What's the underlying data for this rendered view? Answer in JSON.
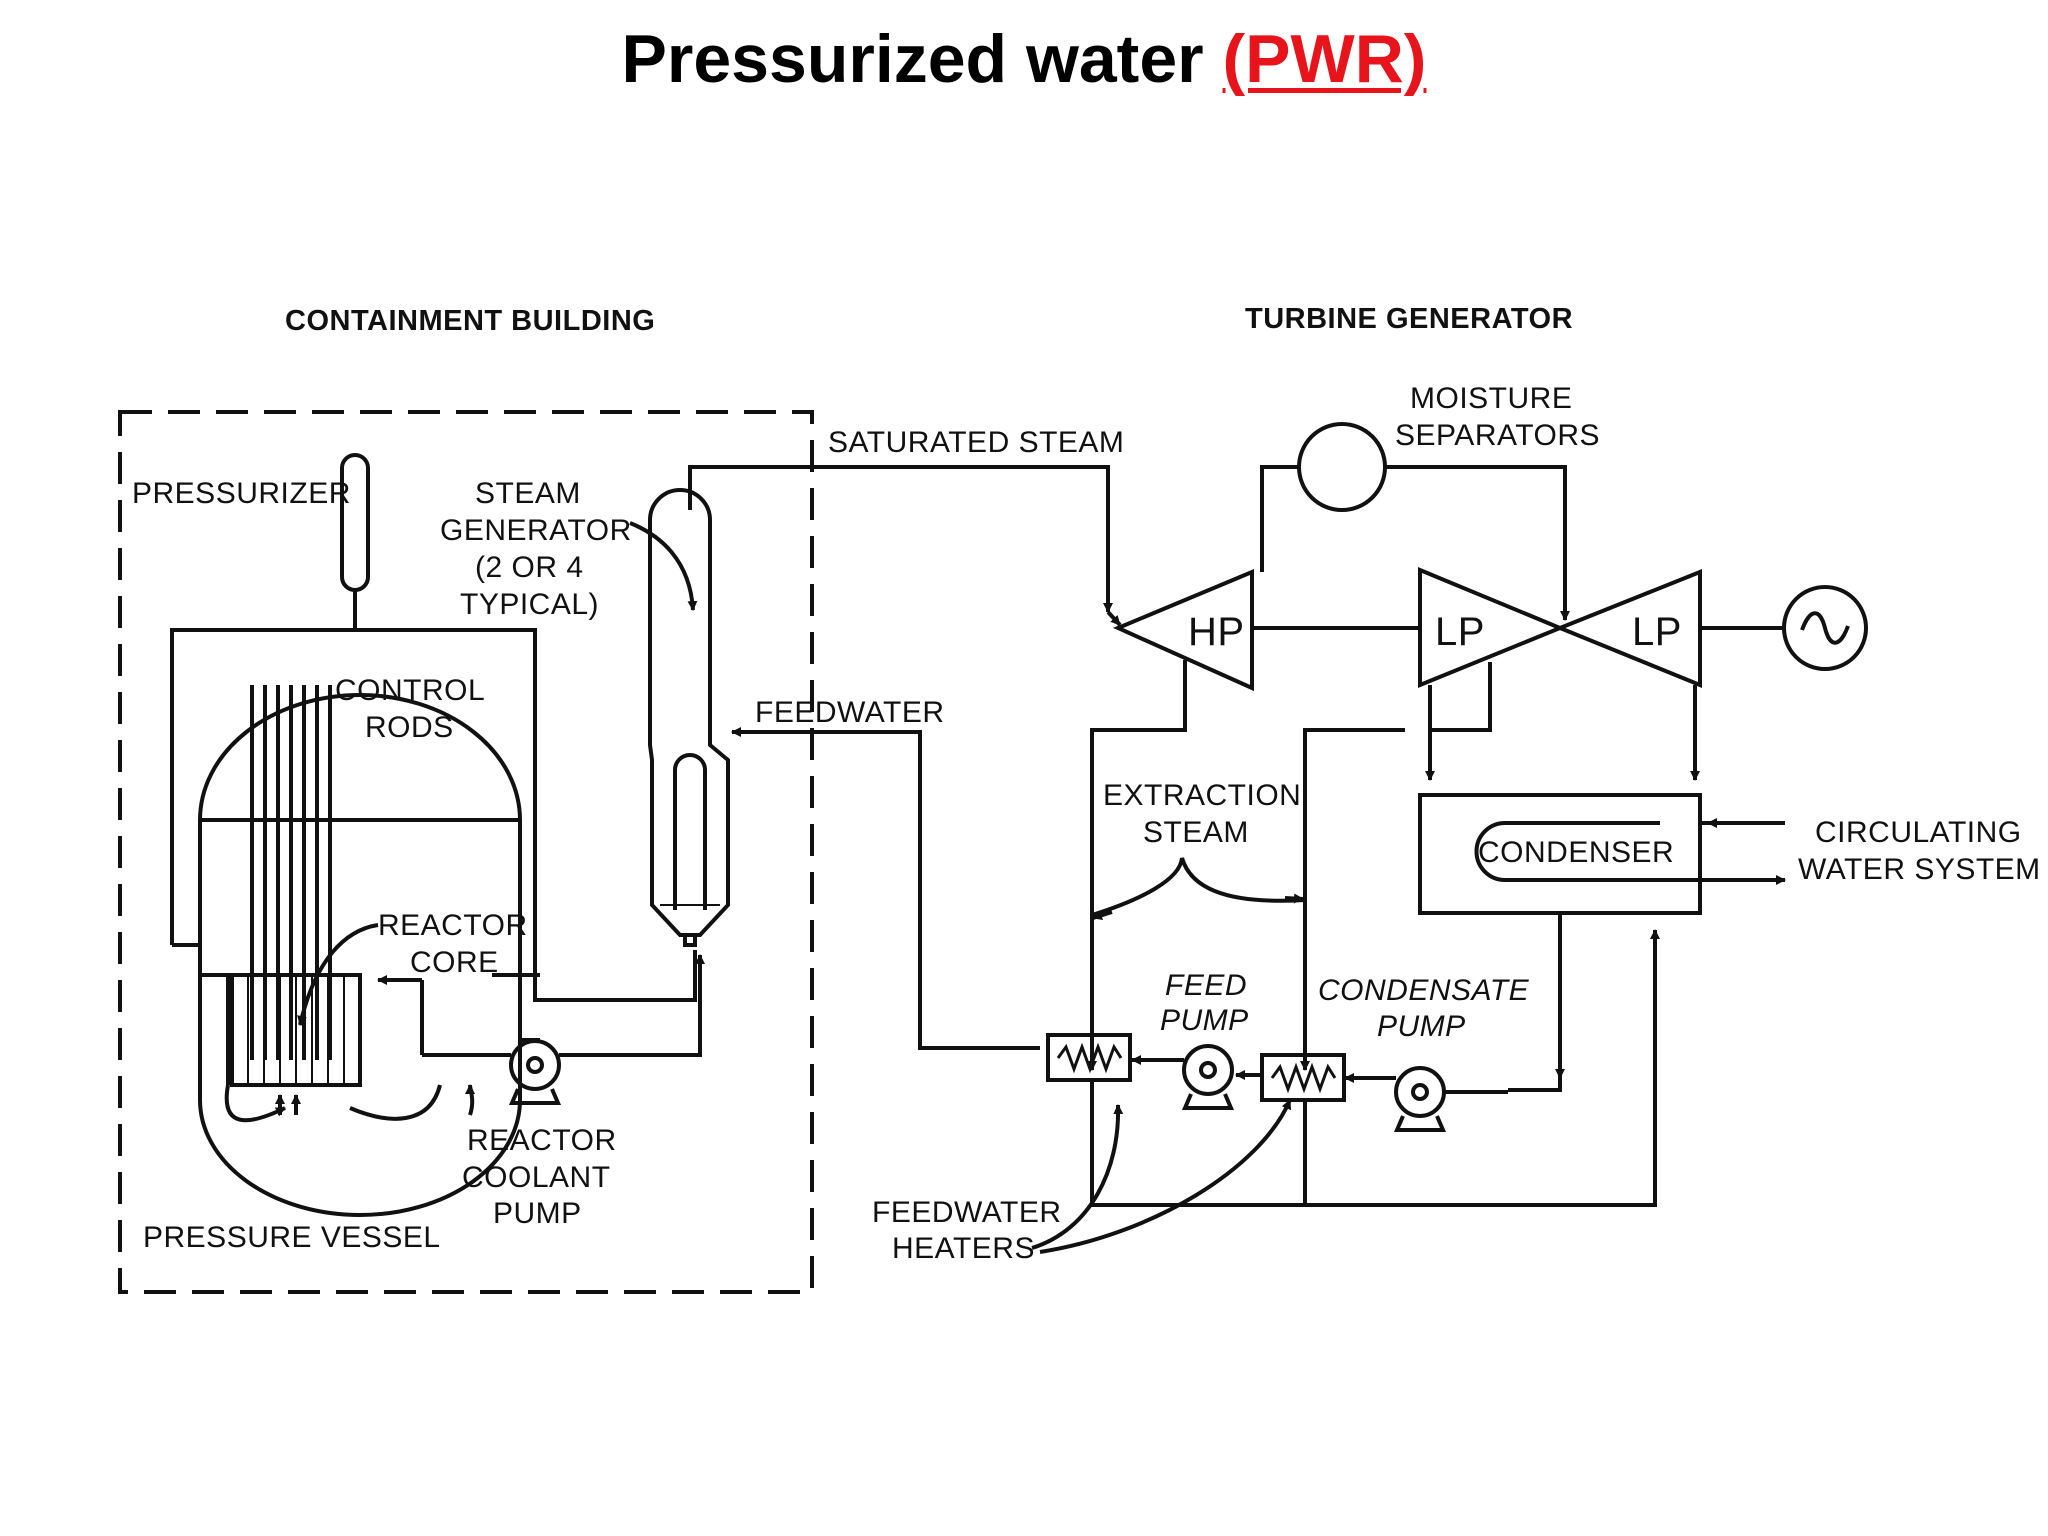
{
  "title": {
    "main": "Pressurized water",
    "accent": "(PWR)",
    "accent_color": "#e8141b"
  },
  "diagram": {
    "containment_building": "CONTAINMENT BUILDING",
    "turbine_generator": "TURBINE GENERATOR",
    "pressurizer": "PRESSURIZER",
    "steam_generator": [
      "STEAM",
      "GENERATOR",
      "(2 OR 4",
      "TYPICAL)"
    ],
    "control_rods": [
      "CONTROL",
      "RODS"
    ],
    "reactor_core": [
      "REACTOR",
      "CORE"
    ],
    "pressure_vessel": "PRESSURE VESSEL",
    "reactor_coolant_pump": [
      "REACTOR",
      "COOLANT",
      "PUMP"
    ],
    "saturated_steam": "SATURATED STEAM",
    "feedwater": "FEEDWATER",
    "moisture_separators": [
      "MOISTURE",
      "SEPARATORS"
    ],
    "hp": "HP",
    "lp_left": "LP",
    "lp_right": "LP",
    "extraction_steam": [
      "EXTRACTION",
      "STEAM"
    ],
    "condenser": "CONDENSER",
    "circulating_water_system": [
      "CIRCULATING",
      "WATER SYSTEM"
    ],
    "feed_pump": [
      "FEED",
      "PUMP"
    ],
    "condensate_pump": [
      "CONDENSATE",
      "PUMP"
    ],
    "feedwater_heaters": [
      "FEEDWATER",
      "HEATERS"
    ],
    "generator_icon": "ac-generator-icon"
  }
}
